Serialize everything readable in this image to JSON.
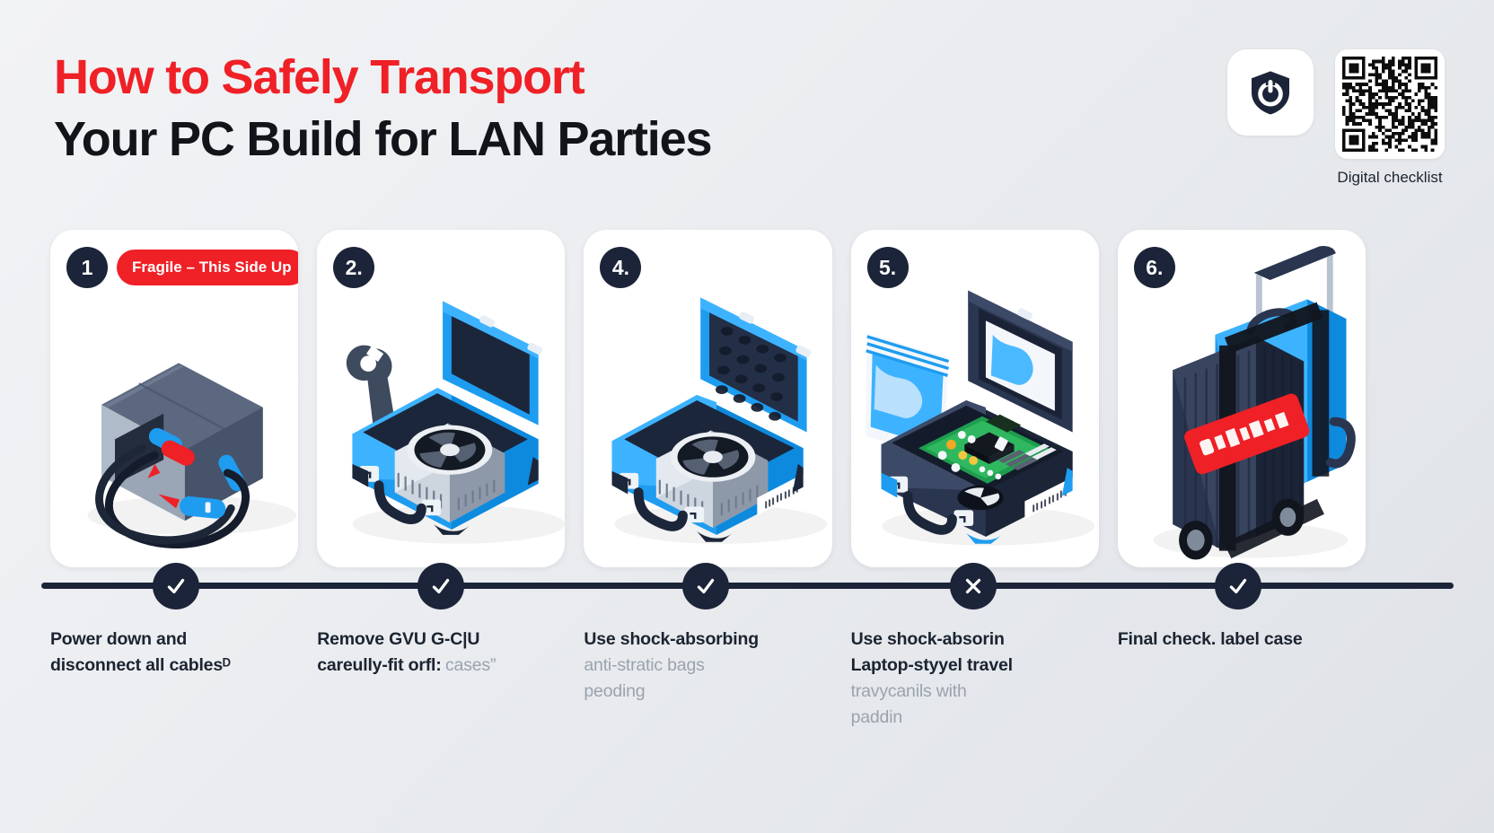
{
  "header": {
    "title_line1": "How to Safely Transport",
    "title_line2": "Your PC Build for LAN Parties",
    "title_color_line1": "#ef2026",
    "title_color_line2": "#111418",
    "shield_icon": "shield-power-icon",
    "qr_caption": "Digital checklist"
  },
  "theme": {
    "accent_red": "#ef2026",
    "accent_blue": "#1e9cf0",
    "dark_navy": "#1b2438",
    "background": "#eceef1"
  },
  "steps": [
    {
      "badge": "1",
      "pill": "Fragile – This Side Up",
      "has_pill": true,
      "marker_icon": "check-icon",
      "caption_strong_1": "Power down and",
      "caption_strong_2": "disconnect all cablesᴰ",
      "caption_muted_1": "",
      "caption_muted_2": "",
      "art": "pc-case-with-cables"
    },
    {
      "badge": "2.",
      "pill": "",
      "has_pill": false,
      "marker_icon": "check-icon",
      "caption_strong_1": "Remove GVU G-C|U",
      "caption_strong_2": "careully-fit orfl:",
      "caption_muted_1": "cases”",
      "caption_muted_2": "",
      "art": "blue-case-gpu-wrench"
    },
    {
      "badge": "4.",
      "pill": "",
      "has_pill": false,
      "marker_icon": "check-icon",
      "caption_strong_1": "Use shock-absorbing",
      "caption_strong_2": "",
      "caption_muted_1": "anti-stratic bags",
      "caption_muted_2": "peoding",
      "art": "blue-case-foam-gpu"
    },
    {
      "badge": "5.",
      "pill": "",
      "has_pill": false,
      "marker_icon": "x-icon",
      "caption_strong_1": "Use shock-absorin",
      "caption_strong_2": "Laptop-styyel travel",
      "caption_muted_1": "travycanils with",
      "caption_muted_2": "paddin",
      "art": "dark-case-motherboard-antistatic-bag"
    },
    {
      "badge": "6.",
      "pill": "",
      "has_pill": false,
      "marker_icon": "check-icon",
      "caption_strong_1": "Final check. label case",
      "caption_strong_2": "",
      "caption_muted_1": "",
      "caption_muted_2": "",
      "art": "rolling-suitcase-red-label"
    }
  ]
}
